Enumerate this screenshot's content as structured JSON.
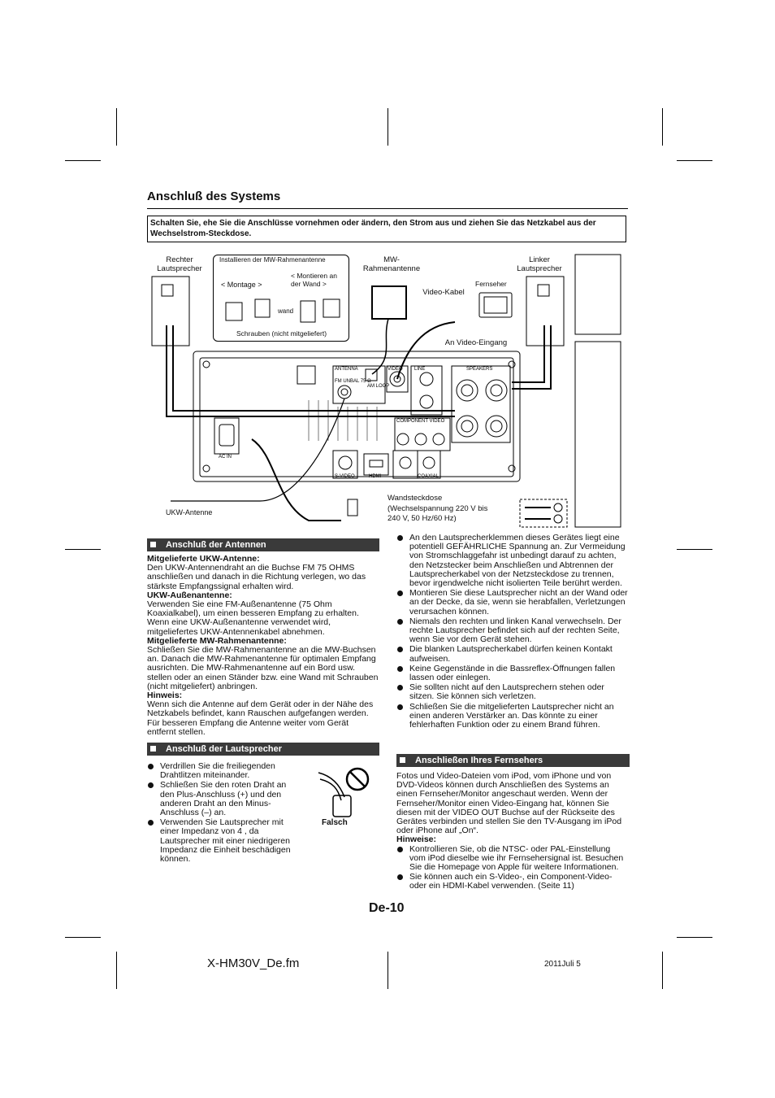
{
  "heading": "Anschluß des Systems",
  "warning": "Schalten Sie, ehe Sie die Anschlüsse vornehmen oder ändern, den Strom aus und ziehen Sie das Netzkabel aus der Wechselstrom-Steckdose.",
  "diagram": {
    "right_speaker": "Rechter Lautsprecher",
    "left_speaker": "Linker Lautsprecher",
    "mw_install": "Installieren der MW-Rahmenantenne",
    "montage": "< Montage >",
    "wall_mount": "< Montieren an der Wand >",
    "wand": "wand",
    "screws": "Schrauben (nicht mitgeliefert)",
    "mw_antenna": "MW-Rahmenantenne",
    "video_cable": "Video-Kabel",
    "tv": "Fernseher",
    "video_input": "An Video-Eingang",
    "fm_antenna": "UKW-Antenne",
    "wall_outlet": "Wandsteckdose",
    "voltage": "(Wechselspannung 220 V bis 240 V, 50 Hz/60 Hz)",
    "panel_antenna": "ANTENNA",
    "panel_fm": "FM UNBAL 75 Ω",
    "panel_am": "AM LOOP",
    "panel_video": "VIDEO",
    "panel_line": "LINE",
    "panel_speakers": "SPEAKERS",
    "panel_component": "COMPONENT VIDEO",
    "panel_acin": "AC IN",
    "panel_svideo": "S-VIDEO",
    "panel_hdmi": "HDMI",
    "panel_coaxial": "COAXIAL"
  },
  "antennas": {
    "title": "Anschluß der Antennen",
    "h1": "Mitgelieferte UKW-Antenne:",
    "p1": "Den UKW-Antennendraht an die Buchse FM 75 OHMS anschließen und danach in die Richtung verlegen, wo das stärkste Empfangssignal erhalten wird.",
    "h2": "UKW-Außenantenne:",
    "p2": "Verwenden Sie eine FM-Außenantenne (75 Ohm Koaxialkabel), um einen besseren Empfang zu erhalten. Wenn eine UKW-Außenantenne verwendet wird, mitgeliefertes UKW-Antennenkabel abnehmen.",
    "h3": "Mitgelieferte MW-Rahmenantenne:",
    "p3": "Schließen Sie die MW-Rahmenantenne an die MW-Buchsen an. Danach die MW-Rahmenantenne für optimalen Empfang ausrichten. Die MW-Rahmenantenne auf ein Bord usw. stellen oder an einen Ständer bzw. eine Wand mit Schrauben (nicht mitgeliefert) anbringen.",
    "h4": "Hinweis:",
    "p4": "Wenn sich die Antenne auf dem Gerät oder in der Nähe des Netzkabels befindet, kann Rauschen aufgefangen werden. Für besseren Empfang die Antenne weiter vom Gerät entfernt stellen."
  },
  "speakers": {
    "title": "Anschluß der Lautsprecher",
    "items": [
      "Verdrillen Sie die freiliegenden Drahtlitzen miteinander.",
      "Schließen Sie den roten Draht an den Plus-Anschluss (+) und den anderen Draht an den Minus-Anschluss (–) an.",
      "Verwenden Sie Lautsprecher mit einer Impedanz von 4 , da Lautsprecher mit einer niedrigeren Impedanz die Einheit beschädigen können."
    ],
    "wrong": "Falsch"
  },
  "right_bullets": [
    "An den Lautsprecherklemmen dieses Gerätes liegt eine potentiell GEFÄHRLICHE Spannung an. Zur Vermeidung von Stromschlaggefahr ist unbedingt darauf zu achten, den Netzstecker beim Anschließen und Abtrennen der Lautsprecherkabel von der Netzsteckdose zu trennen, bevor irgendwelche nicht isolierten Teile berührt werden.",
    "Montieren Sie diese Lautsprecher nicht an der Wand oder an der Decke, da sie, wenn sie herabfallen, Verletzungen verursachen können.",
    "Niemals den rechten und linken Kanal verwechseln. Der rechte Lautsprecher befindet sich auf der rechten Seite, wenn Sie vor dem Gerät stehen.",
    "Die blanken Lautsprecherkabel dürfen keinen Kontakt aufweisen.",
    "Keine Gegenstände in die Bassreflex-Öffnungen fallen lassen oder einlegen.",
    "Sie sollten nicht auf den Lautsprechern stehen oder sitzen. Sie können sich verletzen.",
    "Schließen Sie die mitgelieferten Lautsprecher nicht an einen anderen Verstärker an. Das könnte zu einer fehlerhaften Funktion oder zu einem Brand führen."
  ],
  "tv": {
    "title": "Anschließen Ihres Fernsehers",
    "p": "Fotos und Video-Dateien vom iPod, vom iPhone und von DVD-Videos können durch Anschließen des Systems an einen Fernseher/Monitor angeschaut werden. Wenn der Fernseher/Monitor einen Video-Eingang hat, können Sie diesen mit der VIDEO OUT Buchse auf der Rückseite des Gerätes verbinden und stellen Sie den TV-Ausgang im iPod oder iPhone auf „On“.",
    "h": "Hinweise:",
    "items": [
      "Kontrollieren Sie, ob die NTSC- oder PAL-Einstellung vom iPod dieselbe wie ihr Fernsehersignal ist. Besuchen Sie die Homepage von Apple für weitere Informationen.",
      "Sie können auch ein S-Video-, ein Component-Video- oder ein HDMI-Kabel verwenden. (Seite 11)"
    ]
  },
  "page_number": "De-10",
  "footer_file": "X-HM30V_De.fm",
  "footer_date": "2011Juli 5"
}
